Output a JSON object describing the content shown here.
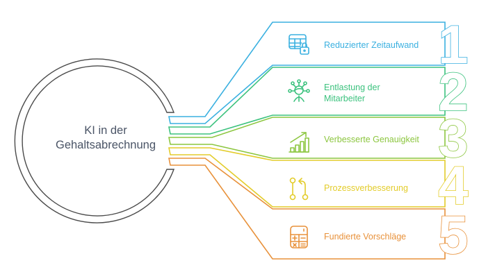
{
  "hub": {
    "label": "KI in der\nGehaltsabrechnung",
    "color": "#4a4a4a"
  },
  "items": [
    {
      "number": "1",
      "label": "Reduzierter Zeitaufwand",
      "icon": "table-lock-icon",
      "color": "#3ab0e0"
    },
    {
      "number": "2",
      "label": "Entlastung der\nMitarbeiter",
      "icon": "person-network-icon",
      "color": "#3cc27e"
    },
    {
      "number": "3",
      "label": "Verbesserte Genauigkeit",
      "icon": "growth-chart-icon",
      "color": "#8cc63f"
    },
    {
      "number": "4",
      "label": "Prozessverbesserung",
      "icon": "git-flow-icon",
      "color": "#e3cc2a"
    },
    {
      "number": "5",
      "label": "Fundierte Vorschläge",
      "icon": "calculator-icon",
      "color": "#e8913a"
    }
  ]
}
